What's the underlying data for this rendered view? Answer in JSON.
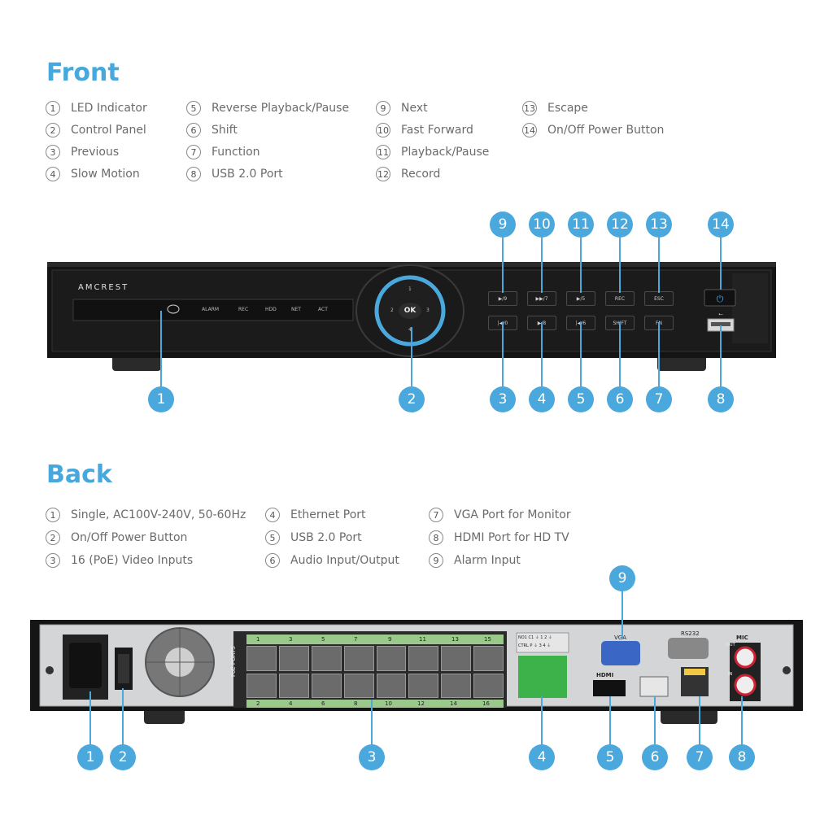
{
  "front": {
    "heading": "Front",
    "legend": [
      {
        "num": "1",
        "label": "LED Indicator"
      },
      {
        "num": "2",
        "label": "Control Panel"
      },
      {
        "num": "3",
        "label": "Previous"
      },
      {
        "num": "4",
        "label": "Slow Motion"
      },
      {
        "num": "5",
        "label": "Reverse Playback/Pause"
      },
      {
        "num": "6",
        "label": "Shift"
      },
      {
        "num": "7",
        "label": "Function"
      },
      {
        "num": "8",
        "label": "USB 2.0 Port"
      },
      {
        "num": "9",
        "label": "Next"
      },
      {
        "num": "10",
        "label": "Fast Forward"
      },
      {
        "num": "11",
        "label": "Playback/Pause"
      },
      {
        "num": "12",
        "label": "Record"
      },
      {
        "num": "13",
        "label": "Escape"
      },
      {
        "num": "14",
        "label": "On/Off Power Button"
      }
    ],
    "callouts": [
      "9",
      "10",
      "11",
      "12",
      "13",
      "14",
      "1",
      "2",
      "3",
      "4",
      "5",
      "6",
      "7",
      "8"
    ],
    "device": {
      "brand": "AMCREST",
      "indicators": [
        "ALARM",
        "REC",
        "HDD",
        "NET",
        "ACT"
      ],
      "ok_label": "OK",
      "dpad": [
        "1",
        "2",
        "3",
        "4"
      ],
      "top_buttons": [
        "▶/9",
        "▶▶/7",
        "▶/5",
        "REC",
        "ESC"
      ],
      "bottom_buttons": [
        "|◀/0",
        "▶/8",
        "|◀/6",
        "SHIFT",
        "FN"
      ]
    }
  },
  "back": {
    "heading": "Back",
    "legend": [
      {
        "num": "1",
        "label": "Single, AC100V-240V, 50-60Hz"
      },
      {
        "num": "2",
        "label": "On/Off Power Button"
      },
      {
        "num": "3",
        "label": "16 (PoE) Video Inputs"
      },
      {
        "num": "4",
        "label": "Ethernet Port"
      },
      {
        "num": "5",
        "label": "USB 2.0 Port"
      },
      {
        "num": "6",
        "label": "Audio Input/Output"
      },
      {
        "num": "7",
        "label": "VGA Port for Monitor"
      },
      {
        "num": "8",
        "label": "HDMI Port for HD TV"
      },
      {
        "num": "9",
        "label": "Alarm Input"
      }
    ],
    "callouts": [
      "9",
      "1",
      "2",
      "3",
      "4",
      "5",
      "6",
      "7",
      "8"
    ],
    "device": {
      "poe_label": "PoE PORTS",
      "top_ports": [
        "1",
        "3",
        "5",
        "7",
        "9",
        "11",
        "13",
        "15"
      ],
      "bottom_ports": [
        "2",
        "4",
        "6",
        "8",
        "10",
        "12",
        "14",
        "16"
      ],
      "alarm_row1": "NO1 C1 ⏚ 1 2 ⏚",
      "alarm_row2": "CTRL P ⏚ 3 4 ⏚",
      "vga_label": "VGA",
      "rs232_label": "RS232",
      "hdmi_label": "HDMI",
      "mic_label": "MIC",
      "out_label": "OUT",
      "in_label": "IN"
    }
  }
}
